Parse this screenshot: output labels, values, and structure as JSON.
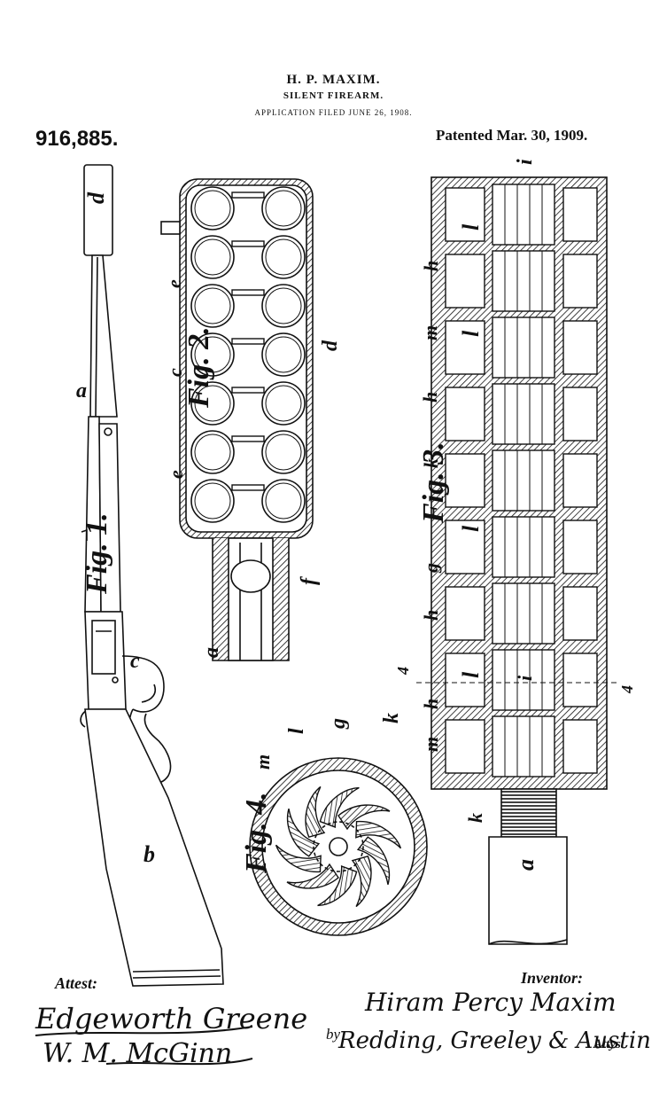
{
  "header": {
    "name": "H. P. MAXIM.",
    "title": "SILENT FIREARM.",
    "filed": "APPLICATION FILED JUNE 26, 1908."
  },
  "patent_number": "916,885.",
  "patent_date": "Patented Mar. 30, 1909.",
  "figures": {
    "fig1": "Fig. 1.",
    "fig2": "Fig. 2.",
    "fig3": "Fig. 3.",
    "fig4": "Fig. 4."
  },
  "reference_letters": {
    "fig1": {
      "d": "d",
      "a": "a",
      "c": "c",
      "b": "b"
    },
    "fig2": {
      "e_top": "e",
      "c": "c",
      "d": "d",
      "e_bottom": "e",
      "f": "f",
      "a": "a"
    },
    "fig3": {
      "i_top": "i",
      "l1": "l",
      "h1": "h",
      "m1": "m",
      "l2": "l",
      "h2": "h",
      "k1": "k",
      "l3": "l",
      "g": "g",
      "h3": "h",
      "four_left": "4",
      "l4": "l",
      "i_bottom": "i",
      "four_right": "4",
      "h4": "h",
      "m2": "m",
      "k2": "k",
      "a": "a"
    },
    "fig4": {
      "m": "m",
      "l": "l",
      "g": "g",
      "k": "k"
    }
  },
  "attest": {
    "label": "Attest:",
    "witness_1": "Edgeworth Greene",
    "witness_2": "W. M. McGinn"
  },
  "inventor": {
    "label": "Inventor:",
    "by": "by",
    "name": "Hiram Percy Maxim",
    "attorneys": "Redding, Greeley & Austin",
    "attys": "Attys."
  }
}
